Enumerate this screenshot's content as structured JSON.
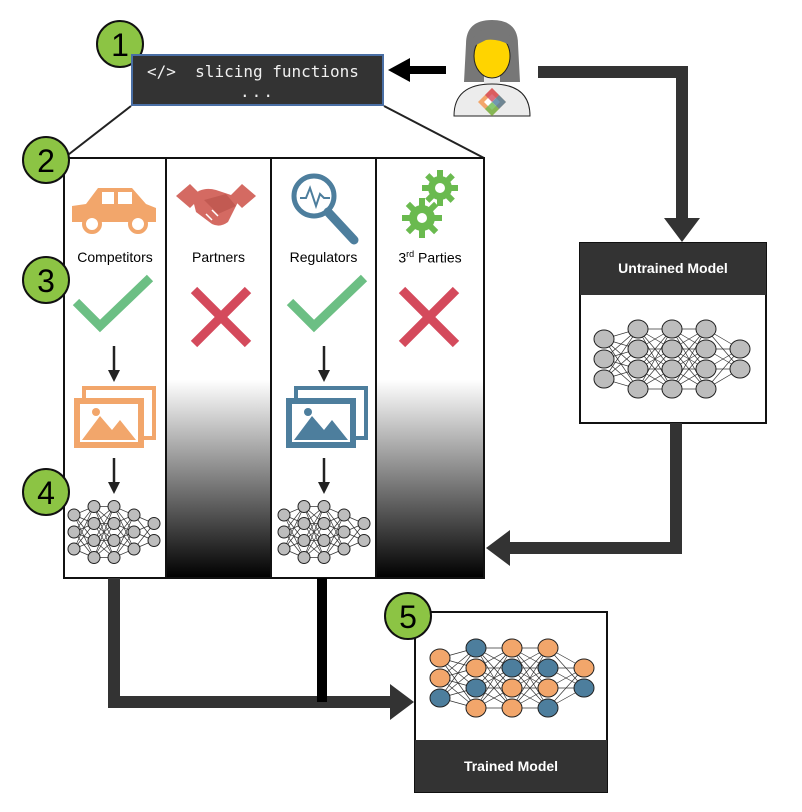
{
  "code_box": {
    "tag": "</>",
    "title": "slicing functions",
    "ellipsis": "..."
  },
  "steps": [
    "1",
    "2",
    "3",
    "4",
    "5"
  ],
  "slices": [
    {
      "label": "Competitors",
      "status": "check",
      "icon": "car-icon",
      "color": "#f2a66b"
    },
    {
      "label": "Partners",
      "status": "cross",
      "icon": "handshake-icon",
      "color": "#d46a62"
    },
    {
      "label": "Regulators",
      "status": "check",
      "icon": "magnifier-icon",
      "color": "#4d7e9d"
    },
    {
      "label_main": "3",
      "label_sup": "rd",
      "label_rest": " Parties",
      "status": "cross",
      "icon": "gears-icon",
      "color": "#6aba4f"
    }
  ],
  "untrained_model": {
    "title": "Untrained Model"
  },
  "trained_model": {
    "title": "Trained Model"
  },
  "colors": {
    "step_badge": "#8cc444",
    "check": "#6cbf84",
    "cross": "#d44a5c",
    "orange": "#f2a66b",
    "blue": "#4d7e9d",
    "dark": "#333333"
  }
}
